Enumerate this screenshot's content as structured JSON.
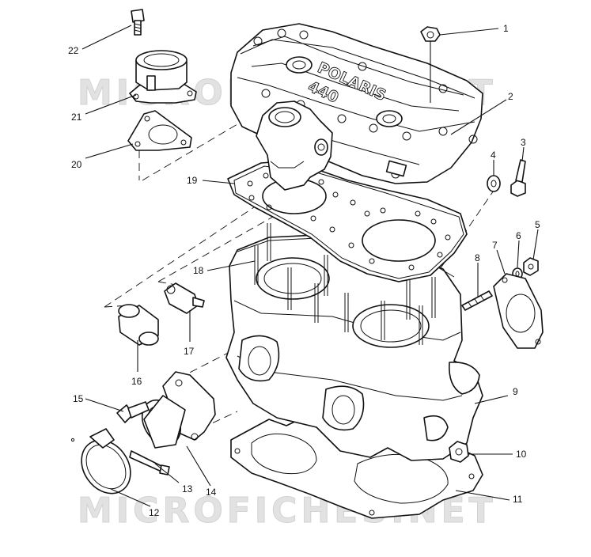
{
  "watermark": "MICROFICHES.NET",
  "cover_emboss": {
    "brand": "POLARIS",
    "model": "440"
  },
  "callouts": [
    "1",
    "2",
    "3",
    "4",
    "5",
    "6",
    "7",
    "8",
    "9",
    "10",
    "11",
    "12",
    "13",
    "14",
    "15",
    "16",
    "17",
    "18",
    "19",
    "20",
    "21",
    "22"
  ]
}
